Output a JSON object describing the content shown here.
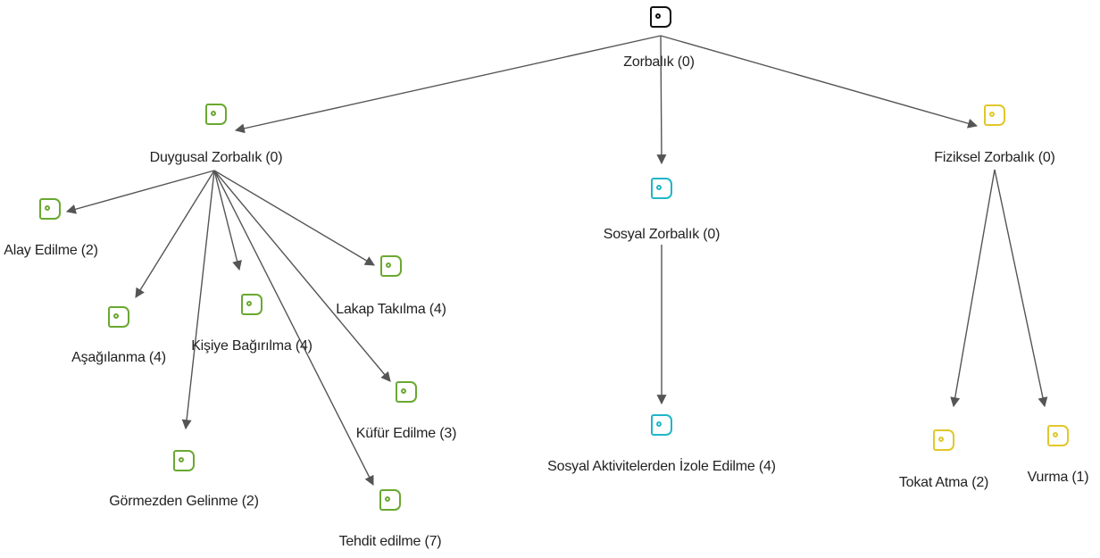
{
  "colors": {
    "root": "#111111",
    "emotional": "#6aa831",
    "social": "#21b5c8",
    "physical": "#e2c72a",
    "edge": "#555555"
  },
  "nodes": {
    "root": {
      "label": "Zorbalık (0)",
      "group": "root"
    },
    "duygusal": {
      "label": "Duygusal Zorbalık (0)",
      "group": "emotional"
    },
    "sosyal": {
      "label": "Sosyal Zorbalık (0)",
      "group": "social"
    },
    "fiziksel": {
      "label": "Fiziksel Zorbalık (0)",
      "group": "physical"
    },
    "alay": {
      "label": "Alay Edilme (2)",
      "group": "emotional"
    },
    "asagilanma": {
      "label": "Aşağılanma (4)",
      "group": "emotional"
    },
    "kisiye": {
      "label": "Kişiye Bağırılma (4)",
      "group": "emotional"
    },
    "lakap": {
      "label": "Lakap Takılma (4)",
      "group": "emotional"
    },
    "kufur": {
      "label": "Küfür Edilme (3)",
      "group": "emotional"
    },
    "gormezden": {
      "label": "Görmezden Gelinme (2)",
      "group": "emotional"
    },
    "tehdit": {
      "label": "Tehdit edilme (7)",
      "group": "emotional"
    },
    "izole": {
      "label": "Sosyal Aktivitelerden İzole Edilme (4)",
      "group": "social"
    },
    "tokat": {
      "label": "Tokat Atma (2)",
      "group": "physical"
    },
    "vurma": {
      "label": "Vurma (1)",
      "group": "physical"
    }
  },
  "edges": [
    [
      "root",
      "duygusal"
    ],
    [
      "root",
      "sosyal"
    ],
    [
      "root",
      "fiziksel"
    ],
    [
      "duygusal",
      "alay"
    ],
    [
      "duygusal",
      "asagilanma"
    ],
    [
      "duygusal",
      "kisiye"
    ],
    [
      "duygusal",
      "lakap"
    ],
    [
      "duygusal",
      "kufur"
    ],
    [
      "duygusal",
      "gormezden"
    ],
    [
      "duygusal",
      "tehdit"
    ],
    [
      "sosyal",
      "izole"
    ],
    [
      "fiziksel",
      "tokat"
    ],
    [
      "fiziksel",
      "vurma"
    ]
  ]
}
